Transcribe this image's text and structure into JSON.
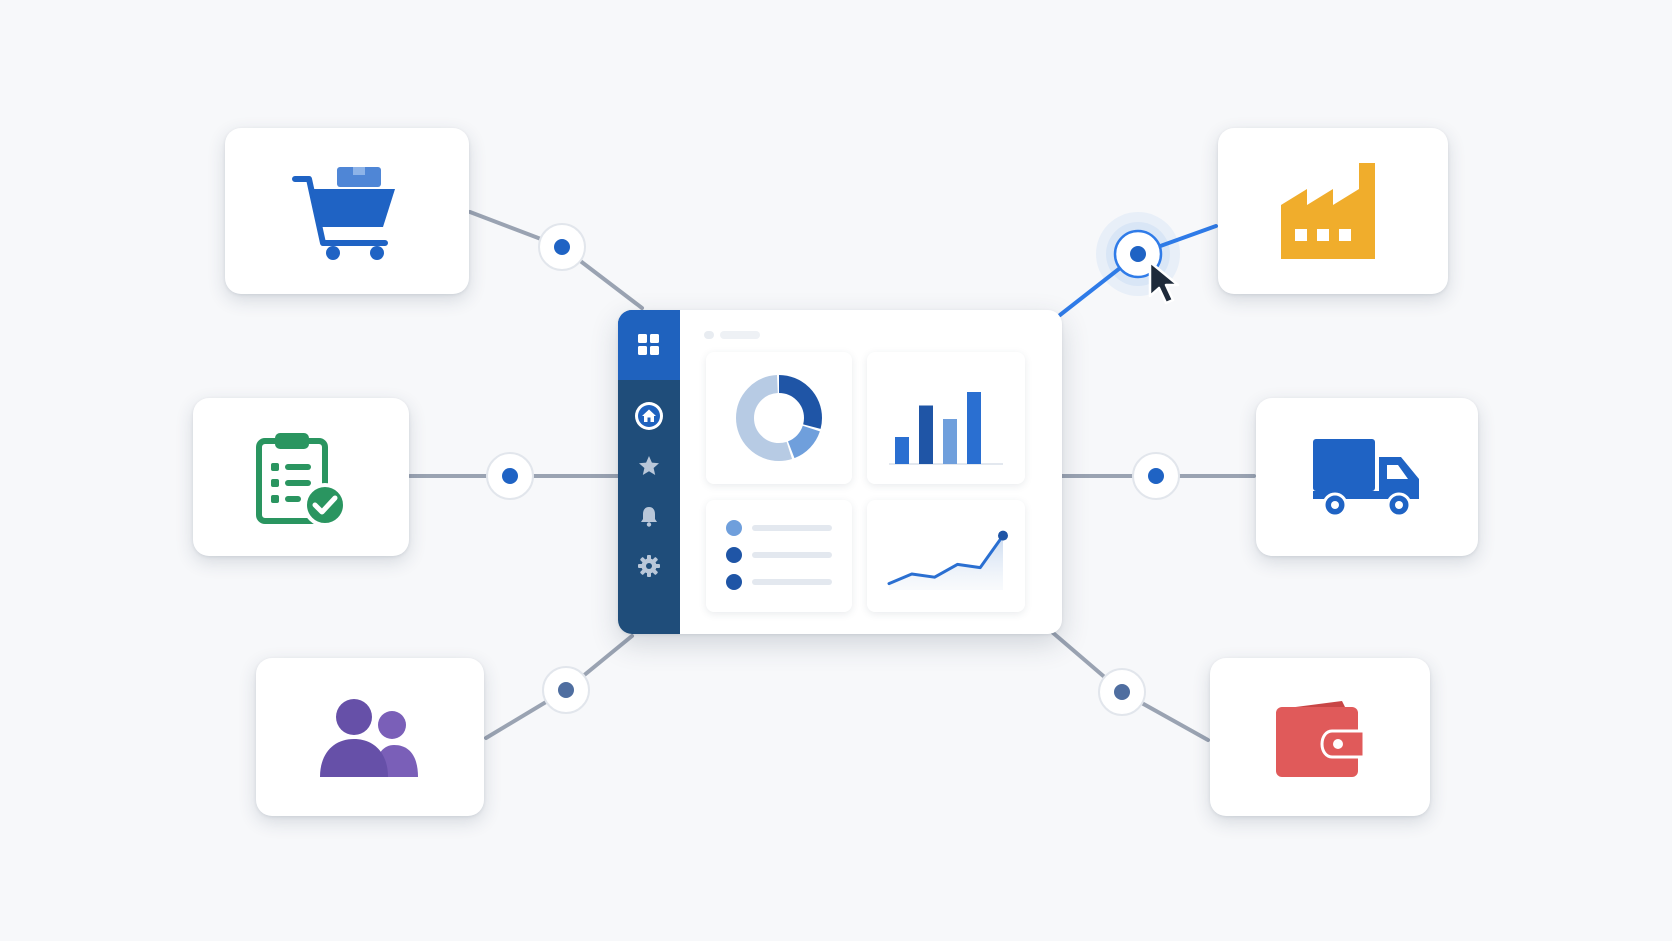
{
  "nodes": [
    {
      "id": "cart",
      "icon": "shopping-cart-icon",
      "color": "#2a6fd1"
    },
    {
      "id": "checklist",
      "icon": "clipboard-checklist-icon",
      "color": "#2a9560"
    },
    {
      "id": "team",
      "icon": "users-group-icon",
      "color": "#6650a8"
    },
    {
      "id": "factory",
      "icon": "factory-icon",
      "color": "#f0ad2c"
    },
    {
      "id": "truck",
      "icon": "delivery-truck-icon",
      "color": "#1f63c4"
    },
    {
      "id": "wallet",
      "icon": "wallet-icon",
      "color": "#e05a5a"
    }
  ],
  "dashboard": {
    "sidebar_icons": [
      "grid-icon",
      "home-icon",
      "star-icon",
      "bell-icon",
      "gear-icon"
    ],
    "widgets": [
      "donut-chart",
      "bar-chart",
      "list",
      "line-chart"
    ],
    "donut_segments": [
      0.3,
      0.15,
      0.55
    ],
    "bar_values": [
      0.3,
      0.65,
      0.5,
      0.8
    ],
    "line_values": [
      0.1,
      0.25,
      0.2,
      0.4,
      0.35,
      0.85
    ]
  },
  "colors": {
    "connector": "#9aa3b2",
    "connector_active": "#2f7be8",
    "node_dot": "#1f63c4",
    "sidebar": "#1f4d7a",
    "sidebar_active": "#1f62be",
    "accent_blue": "#2a6fd1",
    "light_blue": "#b7cbe4"
  }
}
